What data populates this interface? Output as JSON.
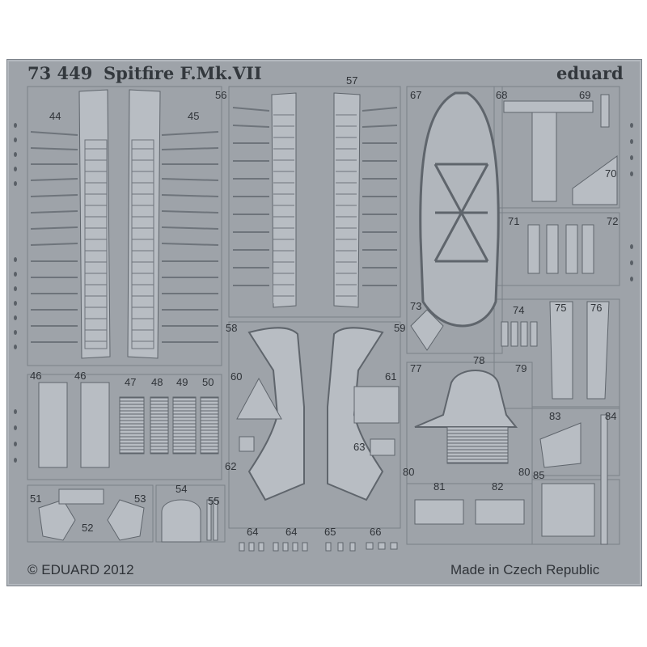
{
  "header": {
    "code": "73 449",
    "model": "Spitfire F.Mk.VII",
    "brand": "eduard"
  },
  "footer": {
    "copyright": "© EDUARD 2012",
    "origin": "Made in Czech Republic"
  },
  "part_numbers": [
    "44",
    "45",
    "56",
    "57",
    "67",
    "68",
    "69",
    "70",
    "71",
    "72",
    "73",
    "74",
    "75",
    "76",
    "58",
    "59",
    "60",
    "61",
    "77",
    "78",
    "79",
    "46",
    "46",
    "47",
    "48",
    "49",
    "50",
    "83",
    "84",
    "62",
    "63",
    "80",
    "80",
    "85",
    "51",
    "53",
    "52",
    "54",
    "55",
    "81",
    "82",
    "64",
    "64",
    "65",
    "66"
  ],
  "colors": {
    "fret": "#9ea3a9",
    "part": "#b8bdc3",
    "part_edge": "#6e747b",
    "ink": "#33383d"
  }
}
